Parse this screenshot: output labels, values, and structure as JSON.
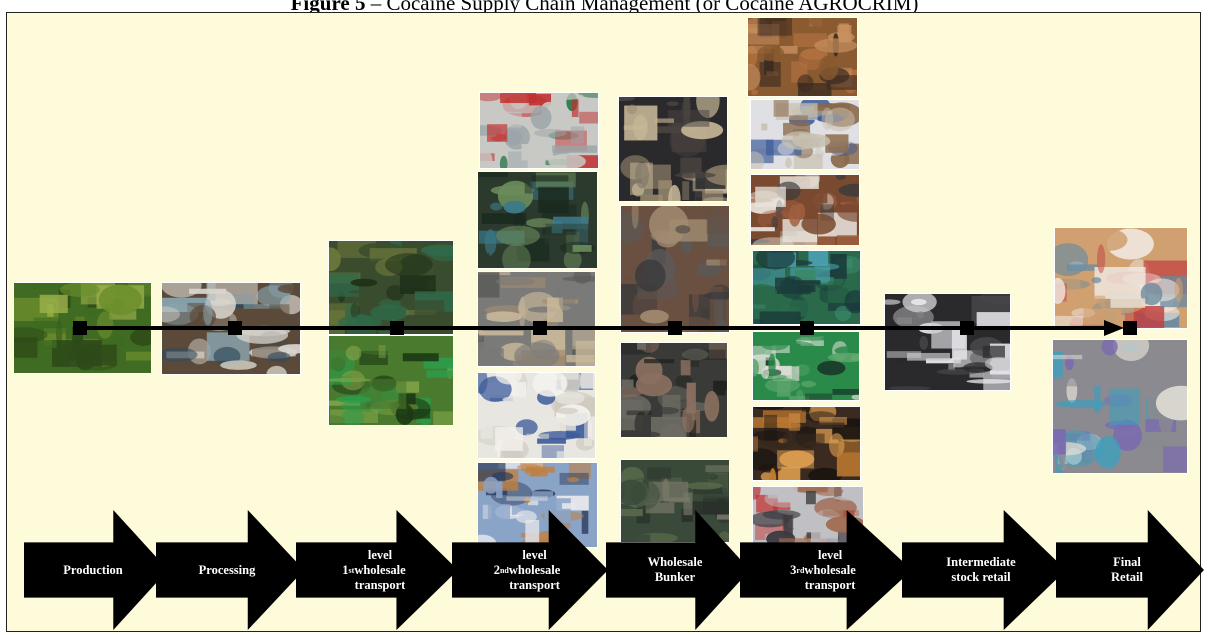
{
  "figure": {
    "title_bold": "Figure 5",
    "title_rest": " – Cocaine Supply Chain Management (or Cocaine AGROCRIM)"
  },
  "stages": [
    {
      "id": "production",
      "label": "Production"
    },
    {
      "id": "processing",
      "label": "Processing"
    },
    {
      "id": "first-level",
      "label": "1st level\nwholesale\ntransport"
    },
    {
      "id": "second-level",
      "label": "2nd level\nwholesale\ntransport"
    },
    {
      "id": "wholesale-bunker",
      "label": "Wholesale\nBunker"
    },
    {
      "id": "third-level",
      "label": "3rd level\nwholesale\ntransport"
    },
    {
      "id": "intermediate",
      "label": "Intermediate\nstock retail"
    },
    {
      "id": "final-retail",
      "label": "Final\nRetail"
    }
  ],
  "photos": [
    {
      "id": "coca-field",
      "palette": [
        "#3f6b22",
        "#6c8e2c",
        "#2d4a18",
        "#9bb04a"
      ]
    },
    {
      "id": "processing-lab",
      "palette": [
        "#5b4a3a",
        "#8aa6b0",
        "#d8d4cc",
        "#2f4a5c"
      ]
    },
    {
      "id": "tarp-jungle",
      "palette": [
        "#3a4c2e",
        "#2f6a4a",
        "#6e7a3c",
        "#1f3018"
      ]
    },
    {
      "id": "packages-grass",
      "palette": [
        "#4a7a2e",
        "#2c9c4a",
        "#86a64a",
        "#1c3a14"
      ]
    },
    {
      "id": "airplane-cargo",
      "palette": [
        "#c8c8c4",
        "#c03030",
        "#2a7a4a",
        "#9aa4a8"
      ]
    },
    {
      "id": "boat-tarps",
      "palette": [
        "#2c3a2e",
        "#3c7a8a",
        "#6a8a5a",
        "#1a2a20"
      ]
    },
    {
      "id": "police-road",
      "palette": [
        "#7a7a78",
        "#c8b89a",
        "#5a5a58",
        "#a89070"
      ]
    },
    {
      "id": "white-sacks",
      "palette": [
        "#e8e6e0",
        "#cfcac0",
        "#3c5a9a",
        "#f4f2ee"
      ]
    },
    {
      "id": "truck-bricks",
      "palette": [
        "#8aa4c8",
        "#e8e8ec",
        "#c08040",
        "#2a3a5a"
      ]
    },
    {
      "id": "police-inspection",
      "palette": [
        "#2a2a2c",
        "#9a8a70",
        "#c8b898",
        "#4a4440"
      ]
    },
    {
      "id": "hidden-compartment",
      "palette": [
        "#6a5040",
        "#3a3a3c",
        "#a08a70",
        "#5a5a5a"
      ]
    },
    {
      "id": "black-bricks",
      "palette": [
        "#3a3a38",
        "#6a6a62",
        "#8a7060",
        "#222220"
      ]
    },
    {
      "id": "barrel-cash",
      "palette": [
        "#3a4a3a",
        "#5a6a4a",
        "#7a7a6a",
        "#2a302a"
      ]
    },
    {
      "id": "brick-stack",
      "palette": [
        "#8a5a30",
        "#b07040",
        "#3a2a20",
        "#c89060"
      ]
    },
    {
      "id": "container-floor",
      "palette": [
        "#e0e0e4",
        "#8a6a4a",
        "#3a5a9a",
        "#c8c0b0"
      ]
    },
    {
      "id": "shipping-container",
      "palette": [
        "#7a4a30",
        "#e8e4dc",
        "#3a3a3c",
        "#a06040"
      ]
    },
    {
      "id": "diver-hull",
      "palette": [
        "#2a6a4a",
        "#4aa0b0",
        "#1a3a3a",
        "#3a8a6a"
      ]
    },
    {
      "id": "hull-packages",
      "palette": [
        "#2a8a4a",
        "#e0e0d8",
        "#1a3a2a",
        "#5aa46a"
      ]
    },
    {
      "id": "xray-ingested",
      "palette": [
        "#3a2a20",
        "#c07a30",
        "#1a1410",
        "#e0a050"
      ]
    },
    {
      "id": "body-packing",
      "palette": [
        "#c0c0c4",
        "#a06a50",
        "#c03030",
        "#3a3a40"
      ]
    },
    {
      "id": "stock-bags",
      "palette": [
        "#2a2a2c",
        "#e8e8ec",
        "#4a4a4c",
        "#c8c8cc"
      ]
    },
    {
      "id": "retail-table",
      "palette": [
        "#d0a070",
        "#f0e8e0",
        "#c04040",
        "#6a8aa0"
      ]
    },
    {
      "id": "retail-pills",
      "palette": [
        "#8a8a90",
        "#7a6ab0",
        "#3aa0c0",
        "#e0dcd4"
      ]
    }
  ]
}
